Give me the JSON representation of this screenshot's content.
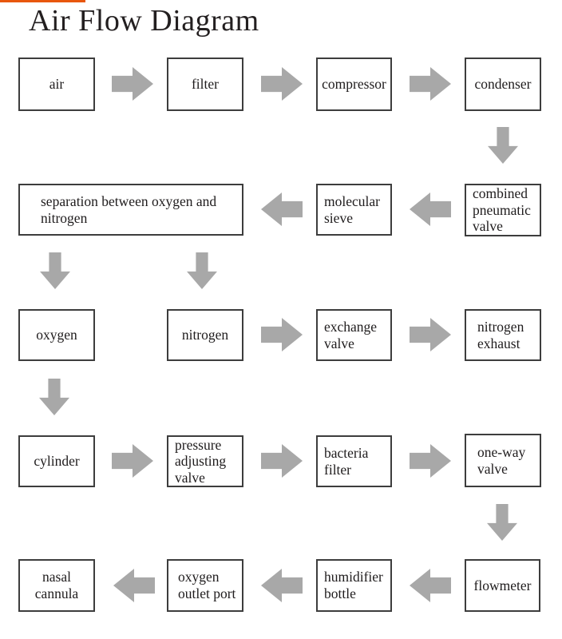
{
  "title": "Air Flow Diagram",
  "colors": {
    "accent_bar": "#e8570d",
    "arrow": "#a8a8a8",
    "box_border": "#3d3d3d",
    "text": "#231f20",
    "background": "#ffffff"
  },
  "nodes": [
    {
      "id": "air",
      "label": "air"
    },
    {
      "id": "filter",
      "label": "filter"
    },
    {
      "id": "compressor",
      "label": "compressor"
    },
    {
      "id": "condenser",
      "label": "condenser"
    },
    {
      "id": "separation",
      "label": "separation between oxygen and nitrogen"
    },
    {
      "id": "molecular-sieve",
      "label": "molecular sieve"
    },
    {
      "id": "combined-pneumatic-valve",
      "label": "combined pneumatic valve"
    },
    {
      "id": "oxygen",
      "label": "oxygen"
    },
    {
      "id": "nitrogen",
      "label": "nitrogen"
    },
    {
      "id": "exchange-valve",
      "label": "exchange valve"
    },
    {
      "id": "nitrogen-exhaust",
      "label": "nitrogen exhaust"
    },
    {
      "id": "cylinder",
      "label": "cylinder"
    },
    {
      "id": "pressure-adjusting-valve",
      "label": "pressure adjusting valve"
    },
    {
      "id": "bacteria-filter",
      "label": "bacteria filter"
    },
    {
      "id": "one-way-valve",
      "label": "one-way valve"
    },
    {
      "id": "nasal-cannula",
      "label": "nasal cannula"
    },
    {
      "id": "oxygen-outlet-port",
      "label": "oxygen outlet port"
    },
    {
      "id": "humidifier-bottle",
      "label": "humidifier bottle"
    },
    {
      "id": "flowmeter",
      "label": "flowmeter"
    }
  ],
  "edges": [
    {
      "from": "air",
      "to": "filter",
      "direction": "right"
    },
    {
      "from": "filter",
      "to": "compressor",
      "direction": "right"
    },
    {
      "from": "compressor",
      "to": "condenser",
      "direction": "right"
    },
    {
      "from": "condenser",
      "to": "combined-pneumatic-valve",
      "direction": "down"
    },
    {
      "from": "combined-pneumatic-valve",
      "to": "molecular-sieve",
      "direction": "left"
    },
    {
      "from": "molecular-sieve",
      "to": "separation",
      "direction": "left"
    },
    {
      "from": "separation",
      "to": "oxygen",
      "direction": "down"
    },
    {
      "from": "separation",
      "to": "nitrogen",
      "direction": "down"
    },
    {
      "from": "nitrogen",
      "to": "exchange-valve",
      "direction": "right"
    },
    {
      "from": "exchange-valve",
      "to": "nitrogen-exhaust",
      "direction": "right"
    },
    {
      "from": "oxygen",
      "to": "cylinder",
      "direction": "down"
    },
    {
      "from": "cylinder",
      "to": "pressure-adjusting-valve",
      "direction": "right"
    },
    {
      "from": "pressure-adjusting-valve",
      "to": "bacteria-filter",
      "direction": "right"
    },
    {
      "from": "bacteria-filter",
      "to": "one-way-valve",
      "direction": "right"
    },
    {
      "from": "one-way-valve",
      "to": "flowmeter",
      "direction": "down"
    },
    {
      "from": "flowmeter",
      "to": "humidifier-bottle",
      "direction": "left"
    },
    {
      "from": "humidifier-bottle",
      "to": "oxygen-outlet-port",
      "direction": "left"
    },
    {
      "from": "oxygen-outlet-port",
      "to": "nasal-cannula",
      "direction": "left"
    }
  ]
}
